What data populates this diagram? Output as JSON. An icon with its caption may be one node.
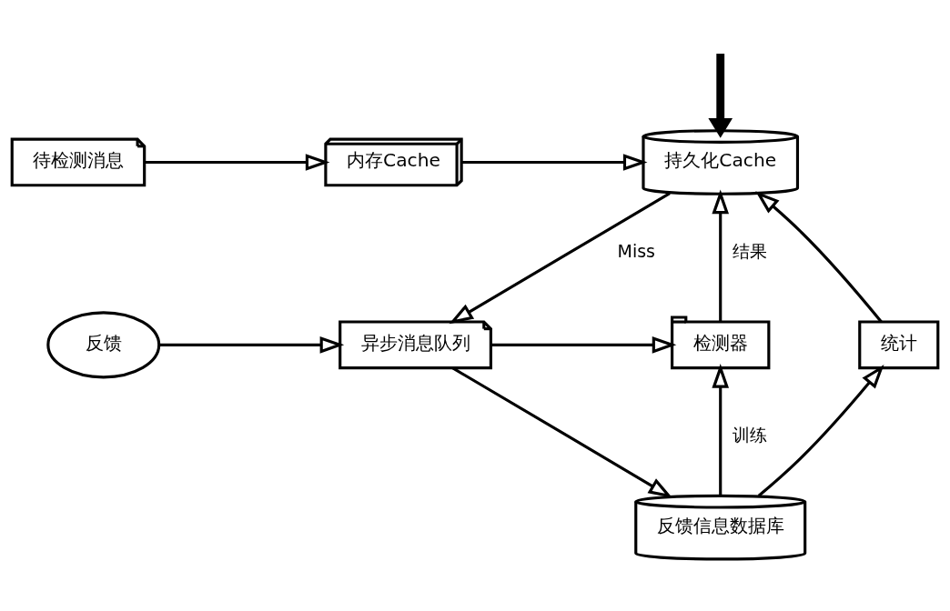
{
  "diagram": {
    "nodes": [
      {
        "text": [
          "待检测消息"
        ]
      },
      {
        "text": [
          "内存Cache"
        ]
      },
      {
        "text": [
          "持久化Cache"
        ]
      },
      {
        "text": [
          "反馈"
        ]
      },
      {
        "text": [
          "异步消息队列"
        ]
      },
      {
        "text": [
          "检测器"
        ]
      },
      {
        "text": [
          "统计"
        ]
      },
      {
        "text": [
          "反馈信息数据库"
        ]
      }
    ],
    "edges": [
      {
        "from": 0,
        "to": 1,
        "arrow": "to"
      },
      {
        "from": 1,
        "to": 2,
        "arrow": "to"
      },
      {
        "from": null,
        "to": 2,
        "arrow": "to",
        "style": "thick"
      },
      {
        "from": 2,
        "to": 4,
        "arrow": "to",
        "label": "Miss"
      },
      {
        "from": 3,
        "to": 4,
        "arrow": "to"
      },
      {
        "from": 4,
        "to": 5,
        "arrow": "to"
      },
      {
        "from": 5,
        "to": 2,
        "arrow": "to",
        "label": "结果"
      },
      {
        "from": 6,
        "to": 2,
        "arrow": "to"
      },
      {
        "from": 4,
        "to": 7,
        "arrow": "to"
      },
      {
        "from": 7,
        "to": 5,
        "arrow": "to",
        "label": "训练"
      },
      {
        "from": 7,
        "to": 6,
        "arrow": "to"
      }
    ]
  }
}
